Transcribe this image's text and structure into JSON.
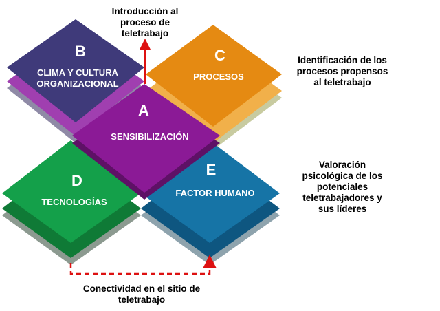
{
  "tiles": {
    "a": {
      "letter": "A",
      "label": "SENSIBILIZACIÓN",
      "color": "#8b1a96"
    },
    "b": {
      "letter": "B",
      "label_line1": "CLIMA  Y CULTURA",
      "label_line2": "ORGANIZACIONAL",
      "color": "#3f3a7a"
    },
    "c": {
      "letter": "C",
      "label": "PROCESOS",
      "color": "#e58a12"
    },
    "d": {
      "letter": "D",
      "label": "TECNOLOGÍAS",
      "color": "#14a04a"
    },
    "e": {
      "letter": "E",
      "label": "FACTOR HUMANO",
      "color": "#1674a6"
    }
  },
  "notes": {
    "top": "Introducción al\nproceso de\nteletrabajo",
    "c": "Identificación de los\nprocesos propensos\nal teletrabajo",
    "e": "Valoración\npsicológica de los\npotenciales\nteletrabajadores y\nsus líderes",
    "bottom": "Conectividad en el sitio de\nteletrabajo"
  },
  "colors": {
    "arrow": "#dd1111"
  }
}
